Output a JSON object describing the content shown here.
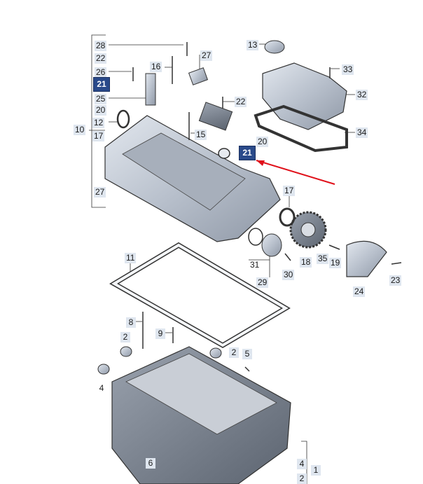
{
  "accent_color": "#2a4a8a",
  "arrow_color": "#e0101a",
  "callouts": {
    "c28": "28",
    "c22a": "22",
    "c26": "26",
    "c21a": "21",
    "c25": "25",
    "c20a": "20",
    "c12": "12",
    "c10": "10",
    "c17a": "17",
    "c27a": "27",
    "c16": "16",
    "c27b": "27",
    "c15": "15",
    "c22b": "22",
    "c20b": "20",
    "c21b": "21",
    "c13": "13",
    "c33": "33",
    "c32": "32",
    "c34": "34",
    "c17b": "17",
    "c18": "18",
    "c35": "35",
    "c19": "19",
    "c24": "24",
    "c23": "23",
    "c31": "31",
    "c30": "30",
    "c29": "29",
    "c11": "11",
    "c8": "8",
    "c9": "9",
    "c2a": "2",
    "c2b": "2",
    "c5": "5",
    "c4a": "4",
    "c6": "6",
    "c4b": "4",
    "c1": "1",
    "c2c": "2"
  }
}
